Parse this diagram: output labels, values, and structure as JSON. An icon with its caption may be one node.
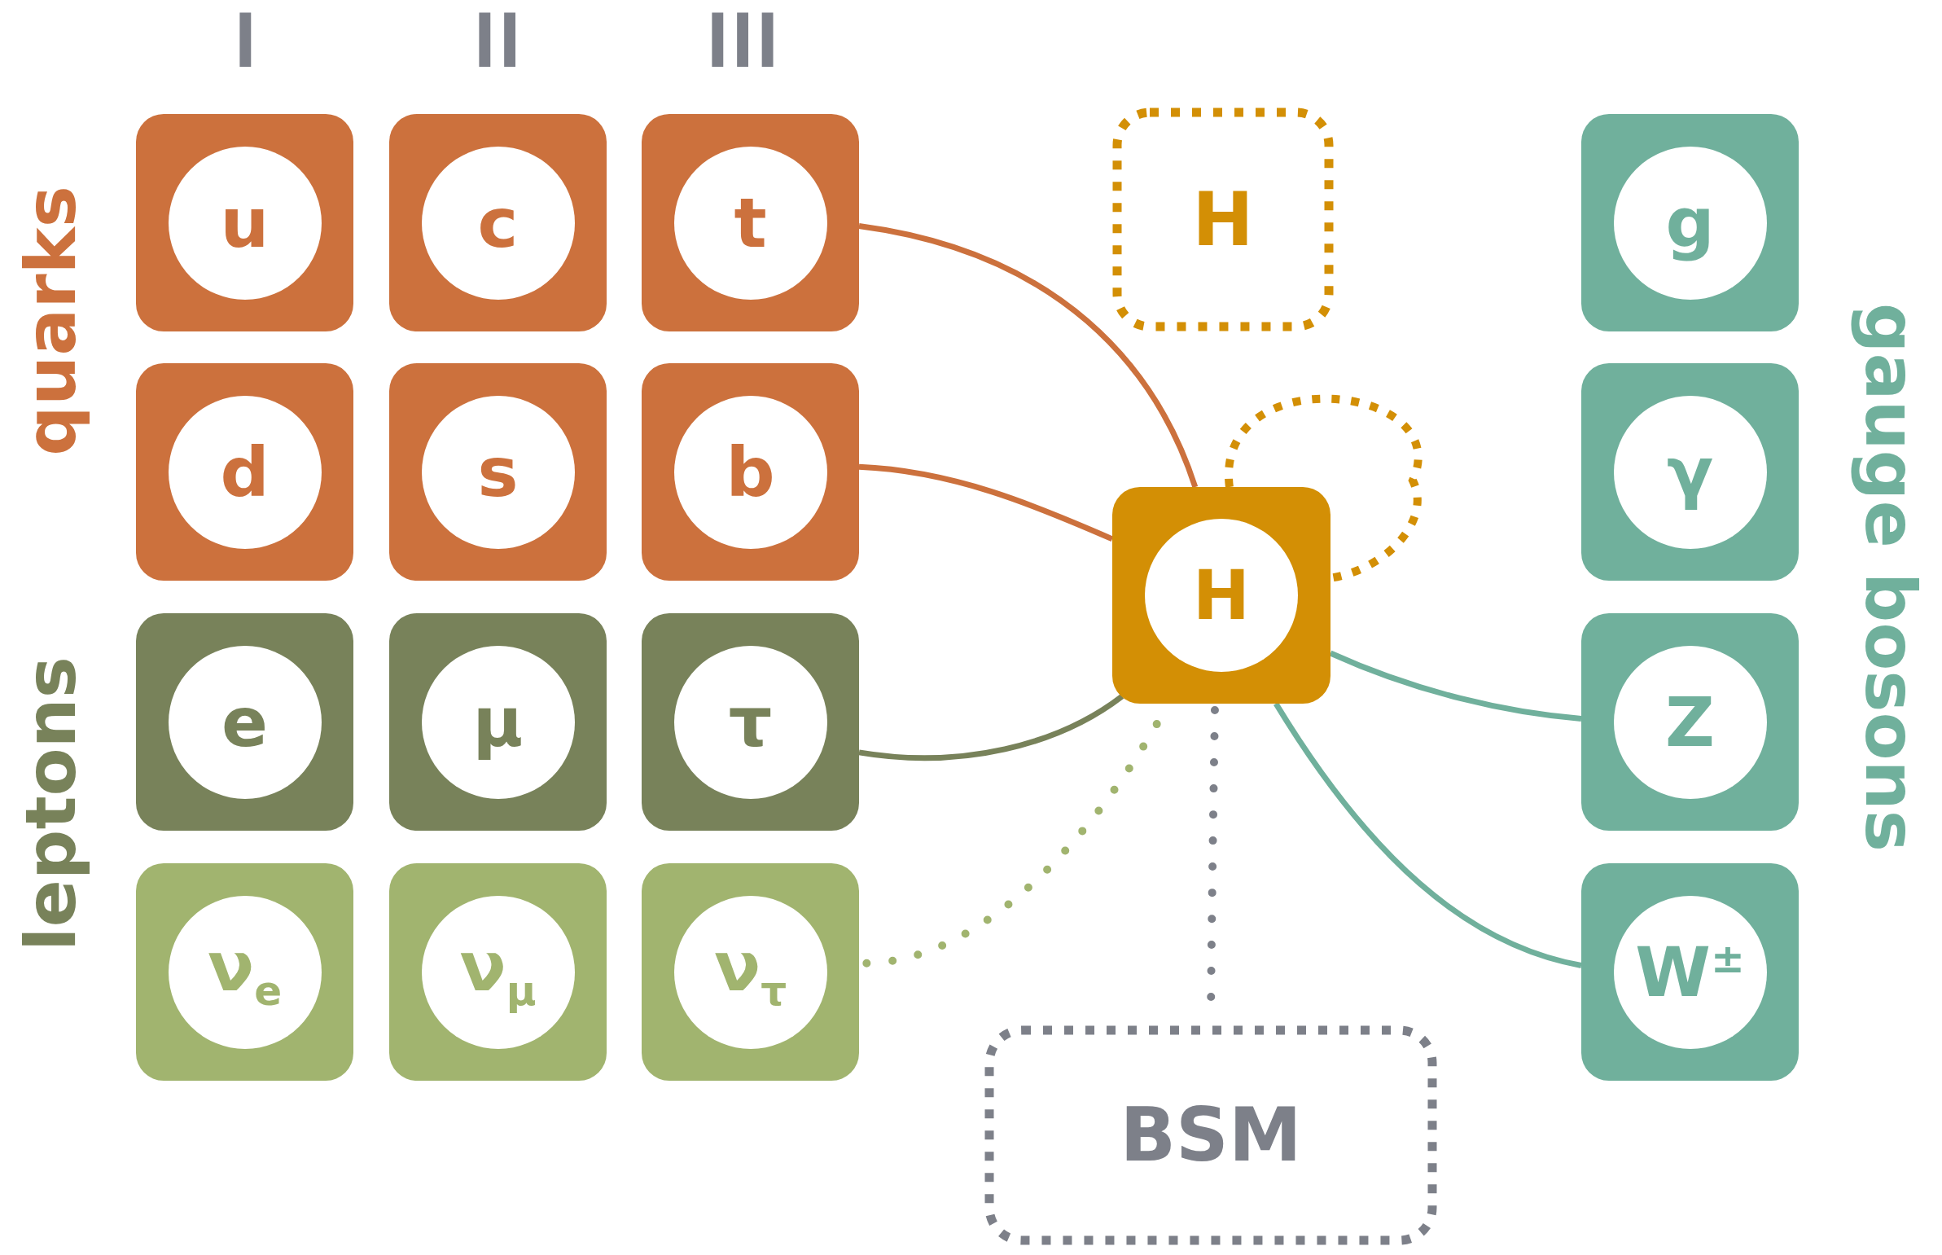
{
  "diagram": {
    "nodes": [
      {
        "text": [
          "u"
        ]
      },
      {
        "text": [
          "c"
        ]
      },
      {
        "text": [
          "t"
        ]
      },
      {
        "text": [
          "H"
        ]
      },
      {
        "text": [
          "g"
        ]
      },
      {
        "text": [
          "d"
        ]
      },
      {
        "text": [
          "s"
        ]
      },
      {
        "text": [
          "b"
        ]
      },
      {
        "text": [
          "γ"
        ]
      },
      {
        "text": [
          "H"
        ]
      },
      {
        "text": [
          "e"
        ]
      },
      {
        "text": [
          "μ"
        ]
      },
      {
        "text": [
          "τ"
        ]
      },
      {
        "text": [
          "Z"
        ]
      },
      {
        "text": [
          "ν$_{e}$"
        ]
      },
      {
        "text": [
          "ν$_{μ}$"
        ]
      },
      {
        "text": [
          "ν$_{τ}$"
        ]
      },
      {
        "text": [
          "W$^{±}$"
        ]
      },
      {
        "text": [
          "BSM"
        ]
      }
    ],
    "edges": [
      {
        "from": 2,
        "to": 9,
        "arrow": "none",
        "color": "#cc713d"
      },
      {
        "from": 7,
        "to": 9,
        "arrow": "none",
        "color": "#cc713d"
      },
      {
        "from": 9,
        "to": 9,
        "arrow": "none",
        "style": "dashed",
        "color": "#d38f05"
      },
      {
        "from": 12,
        "to": 9,
        "arrow": "none",
        "color": "#78825a"
      },
      {
        "from": 9,
        "to": 13,
        "arrow": "none",
        "color": "#70b09c"
      },
      {
        "from": 9,
        "to": 17,
        "arrow": "none",
        "color": "#70b09c"
      },
      {
        "from": 16,
        "to": 9,
        "arrow": "none",
        "style": "dashed",
        "color": "#a1b46f"
      },
      {
        "from": 9,
        "to": 18,
        "arrow": "none",
        "style": "dashed",
        "color": "#7d8089"
      }
    ],
    "labels": [
      "I",
      "II",
      "III",
      "quarks",
      "leptons",
      "gauge bosons"
    ]
  }
}
